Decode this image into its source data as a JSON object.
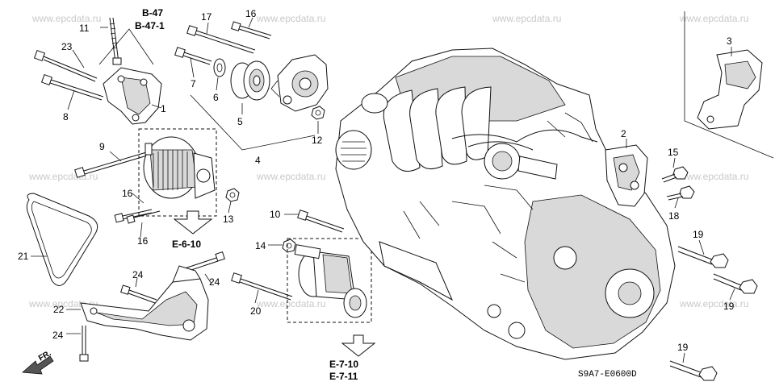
{
  "watermark": "www.epcdata.ru",
  "diagram_code": "S9A7‐E0600D",
  "front_label": "FR.",
  "references": {
    "b47": "B-47",
    "b471": "B-47-1",
    "e610": "E-6-10",
    "e710": "E-7-10",
    "e711": "E-7-11"
  },
  "callouts": {
    "c1": "1",
    "c2": "2",
    "c3": "3",
    "c4": "4",
    "c5": "5",
    "c6": "6",
    "c7": "7",
    "c8": "8",
    "c9": "9",
    "c10": "10",
    "c11": "11",
    "c12": "12",
    "c13": "13",
    "c14": "14",
    "c15": "15",
    "c16a": "16",
    "c16b": "16",
    "c16c": "16",
    "c17": "17",
    "c18": "18",
    "c19a": "19",
    "c19b": "19",
    "c19c": "19",
    "c20": "20",
    "c21": "21",
    "c22": "22",
    "c23": "23",
    "c24a": "24",
    "c24b": "24",
    "c24c": "24"
  }
}
